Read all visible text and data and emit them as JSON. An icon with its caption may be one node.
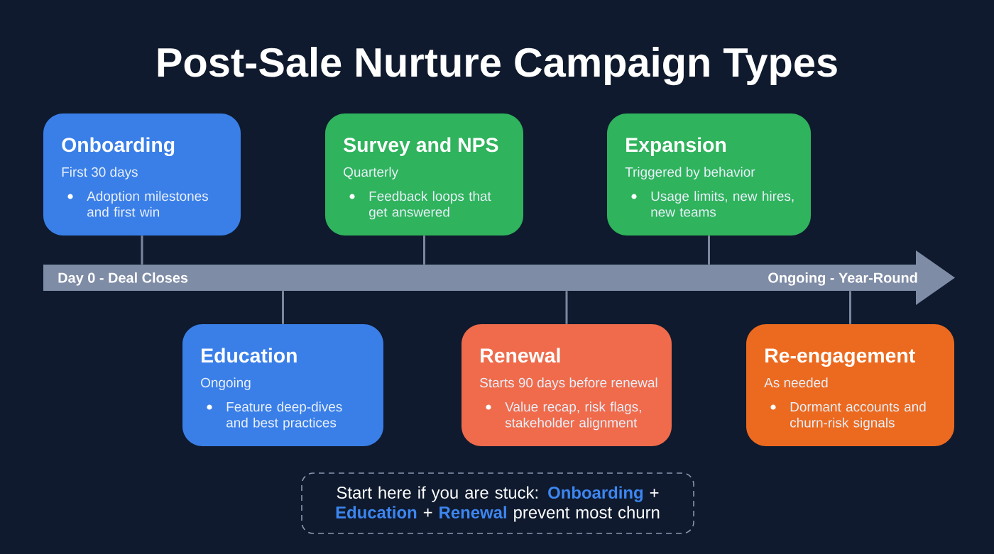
{
  "diagram": {
    "title": "Post-Sale Nurture Campaign Types",
    "nodes": [
      {
        "text": [
          "Onboarding",
          "First 30 days",
          "Adoption milestones and first win"
        ]
      },
      {
        "text": [
          "Survey and NPS",
          "Quarterly",
          "Feedback loops that get answered"
        ]
      },
      {
        "text": [
          "Expansion",
          "Triggered by behavior",
          "Usage limits, new hires, new teams"
        ]
      },
      {
        "text": [
          "Day 0 - Deal Closes",
          "Ongoing - Year-Round"
        ]
      },
      {
        "text": [
          "Education",
          "Ongoing",
          "Feature deep-dives and best practices"
        ]
      },
      {
        "text": [
          "Renewal",
          "Starts 90 days before renewal",
          "Value recap, risk flags, stakeholder alignment"
        ]
      },
      {
        "text": [
          "Re-engagement",
          "As needed",
          "Dormant accounts and churn-risk signals"
        ]
      },
      {
        "text": [
          "Start here if you are stuck: **Onboarding** + **Education** + **Renewal** prevent most churn"
        ]
      }
    ],
    "edges": [
      {
        "from": 0,
        "to": 3,
        "arrow": "none"
      },
      {
        "from": 1,
        "to": 3,
        "arrow": "none"
      },
      {
        "from": 2,
        "to": 3,
        "arrow": "none"
      },
      {
        "from": 4,
        "to": 3,
        "arrow": "none"
      },
      {
        "from": 5,
        "to": 3,
        "arrow": "none"
      },
      {
        "from": 6,
        "to": 3,
        "arrow": "none"
      }
    ]
  }
}
